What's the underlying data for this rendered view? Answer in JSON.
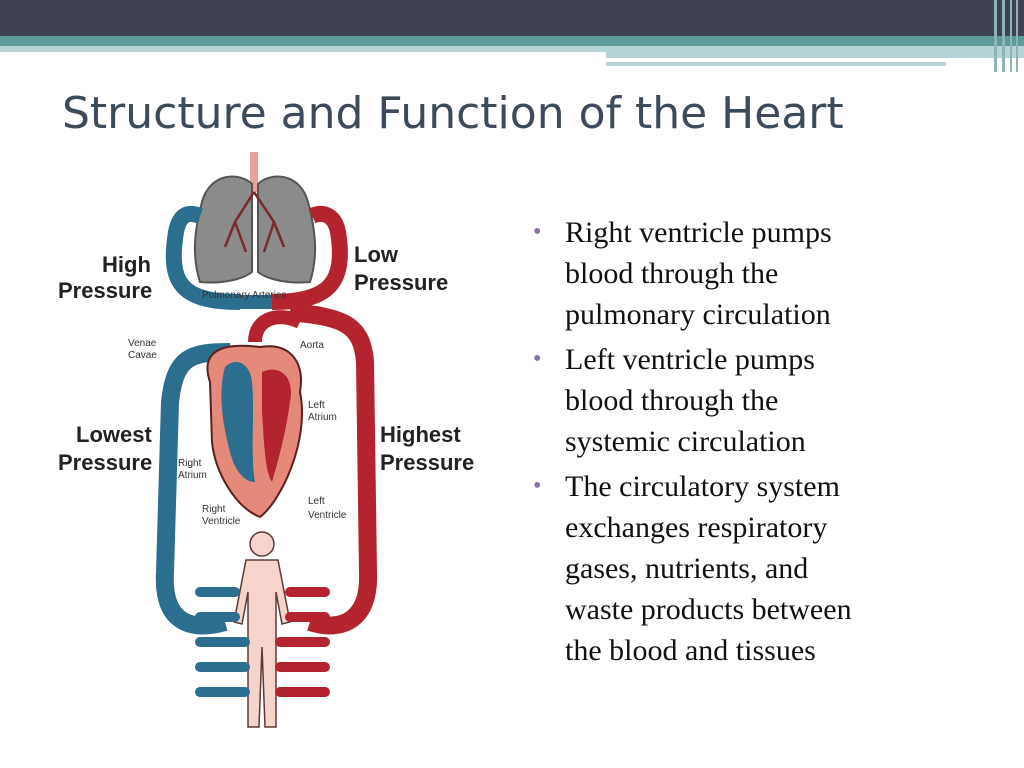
{
  "slide": {
    "title": "Structure and Function of the Heart",
    "accent_colors": {
      "header_dark": "#3f4254",
      "header_teal": "#5d9a9a",
      "header_light": "#b6d3d6",
      "bullet": "#8a6fa8",
      "artery_red": "#b3242f",
      "vein_blue": "#2b6e8d"
    }
  },
  "diagram": {
    "labels": {
      "high_pressure_1": "High",
      "high_pressure_2": "Pressure",
      "low_pressure_1": "Low",
      "low_pressure_2": "Pressure",
      "lowest_pressure_1": "Lowest",
      "lowest_pressure_2": "Pressure",
      "highest_pressure_1": "Highest",
      "highest_pressure_2": "Pressure",
      "pulmonary_arteries": "Pulmonary Arteries",
      "aorta": "Aorta",
      "venae_cavae_1": "Venae",
      "venae_cavae_2": "Cavae",
      "left_atrium_1": "Left",
      "left_atrium_2": "Atrium",
      "right_atrium_1": "Right",
      "right_atrium_2": "Atrium",
      "right_ventricle_1": "Right",
      "right_ventricle_2": "Ventricle",
      "left_ventricle_1": "Left",
      "left_ventricle_2": "Ventricle"
    }
  },
  "bullets": [
    {
      "line1": "Right ventricle pumps",
      "line2": "blood through the",
      "line3": "pulmonary circulation"
    },
    {
      "line1": "Left ventricle pumps",
      "line2": "blood through the",
      "line3": "systemic circulation"
    },
    {
      "line1": "The circulatory system",
      "line2": "exchanges respiratory",
      "line3": "gases, nutrients, and",
      "line4": "waste products between",
      "line5": "the blood and tissues"
    }
  ]
}
